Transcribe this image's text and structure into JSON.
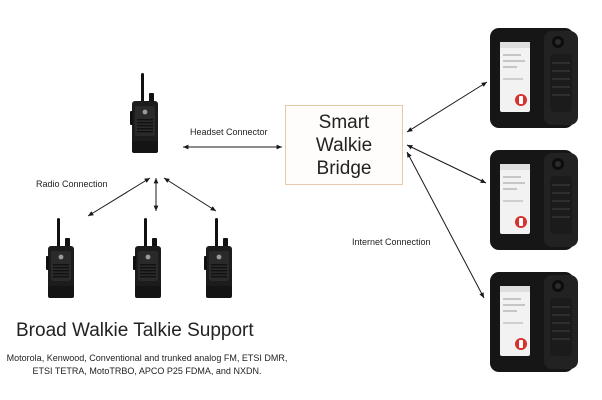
{
  "bridge": {
    "line1": "Smart",
    "line2": "Walkie",
    "line3": "Bridge"
  },
  "connections": {
    "headset": "Headset Connector",
    "radio": "Radio Connection",
    "internet": "Internet Connection"
  },
  "support": {
    "title": "Broad Walkie Talkie Support",
    "description": "Motorola, Kenwood, Conventional and trunked analog FM, ETSI DMR, ETSI TETRA, MotoTRBO, APCO P25 FDMA, and NXDN."
  },
  "colors": {
    "radio_body": "#1c1c1c",
    "phone_body": "#161616",
    "phone_screen": "#f2f2f2",
    "app_accent": "#d6322e",
    "arrow": "#1a1a1a",
    "box_border": "#e7c9a8"
  },
  "icons": [
    "walkie-talkie-icon",
    "smartphone-icon"
  ]
}
